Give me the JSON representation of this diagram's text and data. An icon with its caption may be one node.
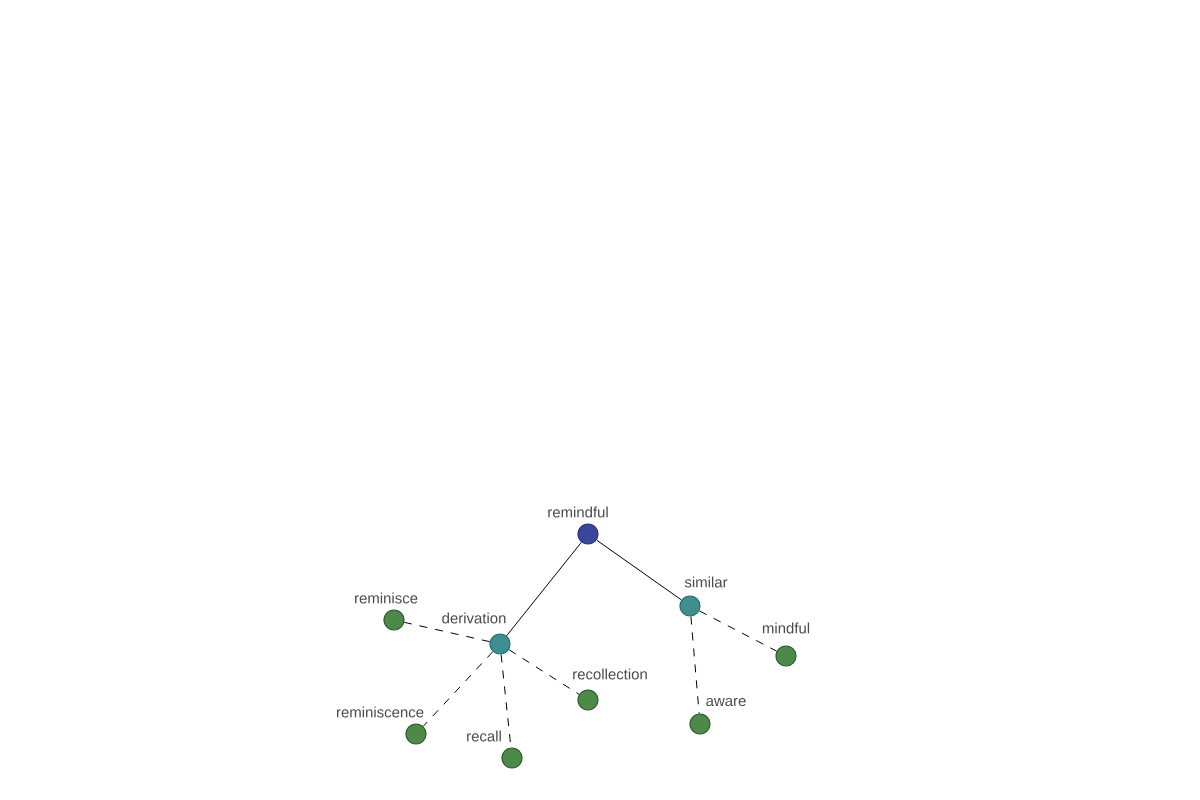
{
  "diagram": {
    "nodes": [
      {
        "text": [
          "remindful"
        ]
      },
      {
        "text": [
          "reminisce"
        ]
      },
      {
        "text": [
          "derivation"
        ]
      },
      {
        "text": [
          "similar"
        ]
      },
      {
        "text": [
          "mindful"
        ]
      },
      {
        "text": [
          "recollection"
        ]
      },
      {
        "text": [
          "reminiscence"
        ]
      },
      {
        "text": [
          "recall"
        ]
      },
      {
        "text": [
          "aware"
        ]
      }
    ],
    "edges": [
      {
        "from": 0,
        "to": 2,
        "arrow": "none"
      },
      {
        "from": 0,
        "to": 3,
        "arrow": "none"
      },
      {
        "from": 2,
        "to": 1,
        "arrow": "none",
        "style": "dashed"
      },
      {
        "from": 2,
        "to": 6,
        "arrow": "none",
        "style": "dashed"
      },
      {
        "from": 2,
        "to": 7,
        "arrow": "none",
        "style": "dashed"
      },
      {
        "from": 2,
        "to": 5,
        "arrow": "none",
        "style": "dashed"
      },
      {
        "from": 3,
        "to": 4,
        "arrow": "none",
        "style": "dashed"
      },
      {
        "from": 3,
        "to": 8,
        "arrow": "none",
        "style": "dashed"
      }
    ]
  }
}
